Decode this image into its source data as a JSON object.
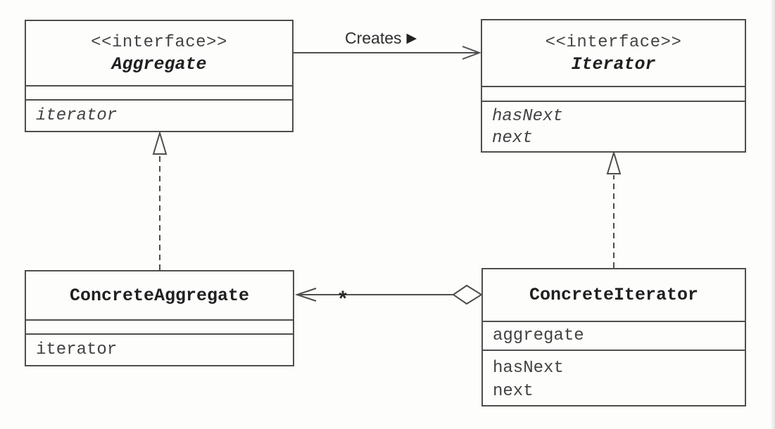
{
  "classes": {
    "aggregate": {
      "stereotype": "<<interface>>",
      "name": "Aggregate",
      "methods": [
        "iterator"
      ]
    },
    "iterator": {
      "stereotype": "<<interface>>",
      "name": "Iterator",
      "methods": [
        "hasNext",
        "next"
      ]
    },
    "concrete_aggregate": {
      "name": "ConcreteAggregate",
      "methods": [
        "iterator"
      ]
    },
    "concrete_iterator": {
      "name": "ConcreteIterator",
      "attributes": [
        "aggregate"
      ],
      "methods": [
        "hasNext",
        "next"
      ]
    }
  },
  "relations": {
    "creates": {
      "label": "Creates",
      "direction_icon": "▶"
    },
    "aggregation": {
      "multiplicity": "*"
    }
  },
  "colors": {
    "line": "#4e4e4e",
    "background": "#fdfdfc"
  }
}
